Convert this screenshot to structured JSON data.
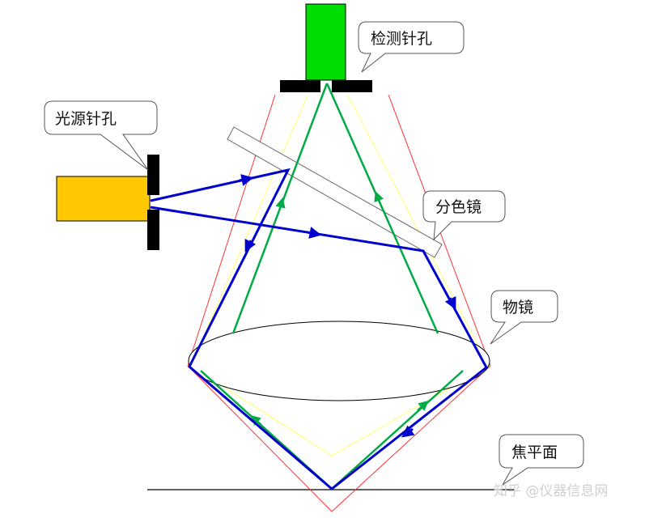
{
  "labels": {
    "detector_pinhole": "检测针孔",
    "source_pinhole": "光源针孔",
    "dichroic_mirror": "分色镜",
    "objective": "物镜",
    "focal_plane": "焦平面"
  },
  "watermark": "知乎 @仪器信息网",
  "colors": {
    "detector_block": "#00dd00",
    "source_block": "#ffc800",
    "pinhole": "#000000",
    "excitation_ray": "#0000cc",
    "emission_ray": "#00aa44",
    "red_line": "#ff3333",
    "yellow_line": "#ffff66",
    "mirror_outline": "#666666",
    "callout_outline": "#555555"
  }
}
